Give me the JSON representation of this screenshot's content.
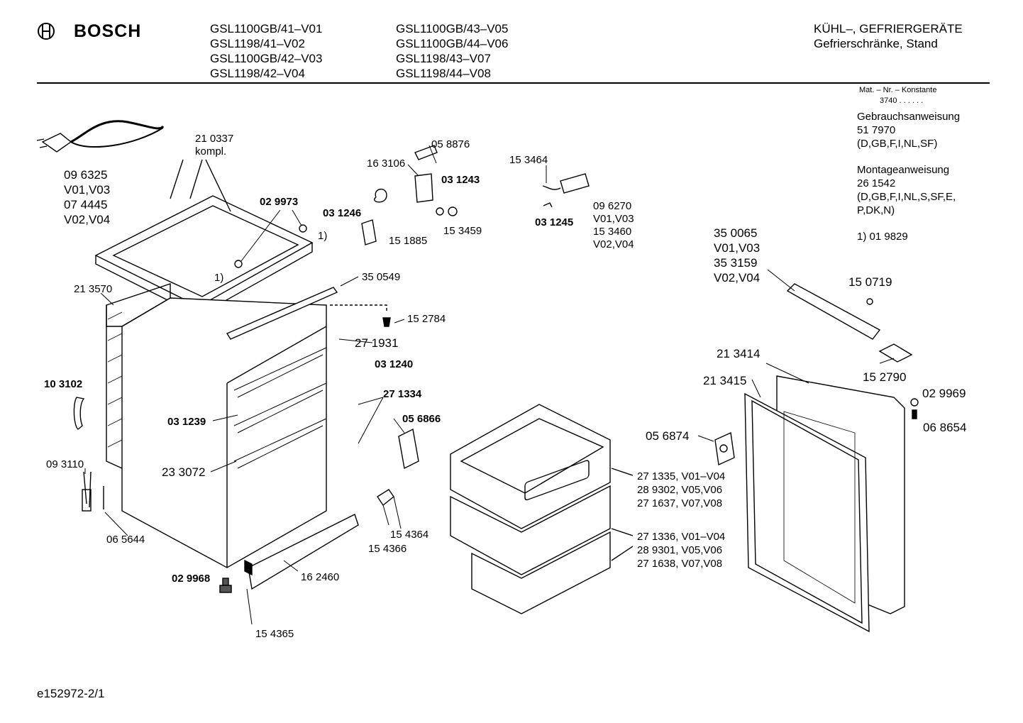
{
  "header": {
    "brand": "BOSCH",
    "models_col1": [
      "GSL1100GB/41–V01",
      "GSL1198/41–V02",
      "GSL1100GB/42–V03",
      "GSL1198/42–V04"
    ],
    "models_col2": [
      "GSL1100GB/43–V05",
      "GSL1100GB/44–V06",
      "GSL1198/43–V07",
      "GSL1198/44–V08"
    ],
    "category": "KÜHL–, GEFRIERGERÄTE",
    "subcategory": "Gefrierschränke, Stand"
  },
  "sidebar": {
    "mat_title": "Mat. – Nr. – Konstante",
    "mat_value": "3740 . . . . . .",
    "gebrauch_title": "Gebrauchsanweisung",
    "gebrauch_nr": "51 7970",
    "gebrauch_lang": "(D,GB,F,I,NL,SF)",
    "montage_title": "Montageanweisung",
    "montage_nr": "26 1542",
    "montage_lang1": "(D,GB,F,I,NL,S,SF,E,",
    "montage_lang2": "P,DK,N)",
    "footnote": "1)  01 9829"
  },
  "parts": {
    "p096325": [
      "09 6325",
      "V01,V03",
      "07 4445",
      "V02,V04"
    ],
    "p210337": [
      "21 0337",
      "kompl."
    ],
    "p029973": "02 9973",
    "fn1a": "1)",
    "fn1b": "1)",
    "p213570": "21 3570",
    "p350549": "35 0549",
    "p152784": "15 2784",
    "p271931": "27 1931",
    "p031240": "03 1240",
    "p271334": "27 1334",
    "p056866": "05 6866",
    "p103102": "10 3102",
    "p031239": "03 1239",
    "p233072": "23 3072",
    "p093110": "09 3110",
    "p065644": "06 5644",
    "p029968": "02 9968",
    "p162460": "16 2460",
    "p154365": "15 4365",
    "p154366": "15 4366",
    "p154364": "15 4364",
    "p058876": "05 8876",
    "p163106": "16 3106",
    "p031243": "03 1243",
    "p031246": "03 1246",
    "p151885": "15 1885",
    "p153459": "15 3459",
    "p153464": "15 3464",
    "p096270": [
      "09 6270",
      "V01,V03",
      "15 3460",
      "V02,V04"
    ],
    "p031245": "03 1245",
    "p350065": [
      "35 0065",
      "V01,V03",
      "35 3159",
      "V02,V04"
    ],
    "p150719": "15 0719",
    "p213414": "21 3414",
    "p213415": "21 3415",
    "p152790": "15 2790",
    "p029969": "02 9969",
    "p068654": "06 8654",
    "p056874": "05 6874",
    "drawer_top": [
      "27 1335, V01–V04",
      "28 9302, V05,V06",
      "27 1637, V07,V08"
    ],
    "drawer_bot": [
      "27 1336, V01–V04",
      "28 9301, V05,V06",
      "27 1638, V07,V08"
    ]
  },
  "footer": {
    "docid": "e152972-2/1"
  }
}
